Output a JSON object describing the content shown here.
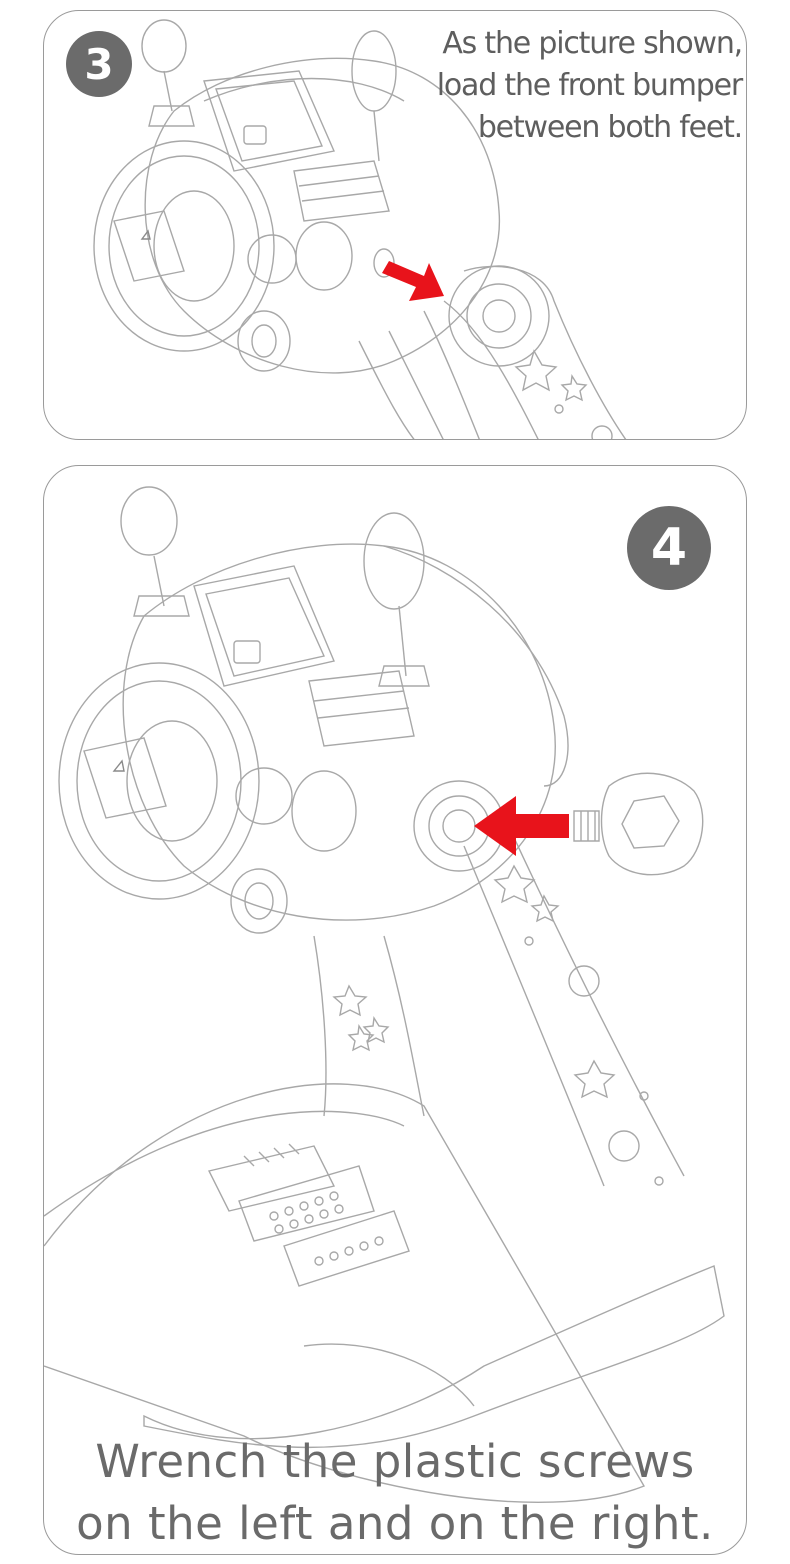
{
  "steps": [
    {
      "number": "3",
      "instruction_lines": [
        "As the picture shown,",
        "load the front bumper",
        "between both feet."
      ],
      "arrow_color": "#e8131b"
    },
    {
      "number": "4",
      "instruction_lines": [
        "Wrench the plastic screws",
        "on the left and on the right."
      ],
      "arrow_color": "#e8131b"
    }
  ],
  "icons": {
    "badge_color": "#6b6b6b",
    "line_color": "#a8a8a8"
  }
}
